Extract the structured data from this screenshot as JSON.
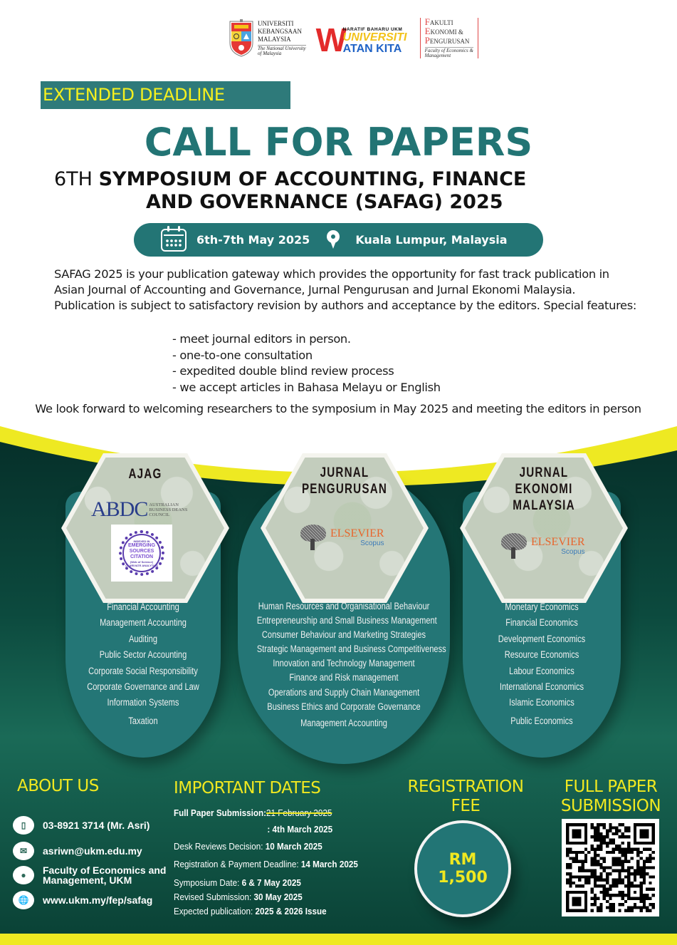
{
  "header": {
    "ukm": {
      "line1": "UNIVERSITI",
      "line2": "KEBANGSAAN",
      "line3": "MALAYSIA",
      "tagline1": "The National University",
      "tagline2": "of Malaysia"
    },
    "watan_kita": {
      "small": "NARATIF BAHARU UKM",
      "universiti": "UNIVERSITI",
      "watan_kita": "ATAN KITA",
      "w_letter": "W"
    },
    "fep": {
      "line1_cap": "F",
      "line1": "AKULTI",
      "line2_cap": "E",
      "line2": "KONOMI &",
      "line3_cap": "P",
      "line3": "ENGURUSAN",
      "tagline1": "Faculty of Economics &",
      "tagline2": "Management"
    }
  },
  "banner": {
    "extended_deadline": "EXTENDED DEADLINE"
  },
  "title": {
    "call_for_papers": "CALL FOR PAPERS",
    "ordinal": "6TH",
    "line1": "SYMPOSIUM OF ACCOUNTING, FINANCE",
    "line2": "AND GOVERNANCE (SAFAG) 2025"
  },
  "event": {
    "dates": "6th-7th May 2025",
    "location": "Kuala Lumpur, Malaysia"
  },
  "intro": {
    "paragraph": "SAFAG 2025 is your publication gateway which provides the opportunity for fast track publication in Asian Journal of Accounting and Governance, Jurnal Pengurusan and Jurnal Ekonomi Malaysia. Publication is subject to satisfactory revision by authors and acceptance by the editors. Special features:",
    "features": [
      "- meet journal editors in person.",
      "- one-to-one consultation",
      "- expedited double blind review process",
      "- we accept articles in Bahasa Melayu or English"
    ],
    "welcome": "We look forward to welcoming researchers to the symposium in May 2025 and meeting the editors in person"
  },
  "journals": [
    {
      "title": "AJAG",
      "indexing": {
        "abdc": "ABDC",
        "abdc_sub": [
          "AUSTRALIAN",
          "BUSINESS DEANS",
          "COUNCIL"
        ],
        "esci_top": "INDEXED IN",
        "esci": [
          "EMERGING",
          "SOURCES",
          "CITATION"
        ],
        "esci_sub": "(Web of Science)",
        "esci_bottom": "CLARIVATE ANALYTICS"
      },
      "topics": [
        "Financial Accounting",
        "Management Accounting",
        "Auditing",
        "Public Sector Accounting",
        "Corporate Social Responsibility",
        "Corporate Governance and Law",
        "Information Systems",
        "Taxation"
      ]
    },
    {
      "title_lines": [
        "JURNAL",
        "PENGURUSAN"
      ],
      "indexing": {
        "elsevier": "ELSEVIER",
        "scopus": "Scopus"
      },
      "topics": [
        "Human Resources and Organisational Behaviour",
        "Entrepreneurship and Small Business Management",
        "Consumer Behaviour and Marketing Strategies",
        "Strategic Management and Business Competitiveness",
        "Innovation and Technology Management",
        "Finance and Risk management",
        "Operations and Supply Chain Management",
        "Business Ethics and Corporate Governance",
        "Management Accounting"
      ]
    },
    {
      "title_lines": [
        "JURNAL",
        "EKONOMI",
        "MALAYSIA"
      ],
      "indexing": {
        "elsevier": "ELSEVIER",
        "scopus": "Scopus"
      },
      "topics": [
        "Monetary Economics",
        "Financial Economics",
        "Development Economics",
        "Resource Economics",
        "Labour Economics",
        "International Economics",
        "Islamic Economics",
        "Public Economics"
      ]
    }
  ],
  "about": {
    "heading": "ABOUT US",
    "phone": "03-8921 3714 (Mr. Asri)",
    "email": "asriwn@ukm.edu.my",
    "address_line1": "Faculty of Economics and",
    "address_line2": "Management, UKM",
    "website": "www.ukm.my/fep/safag"
  },
  "important_dates": {
    "heading": "IMPORTANT DATES",
    "items": [
      {
        "label": "Full Paper Submission:",
        "old_value": "21 February 2025",
        "label_bold": true
      },
      {
        "label": "",
        "value": ": 4th March 2025"
      },
      {
        "label": "Desk Reviews Decision: ",
        "value": "10 March 2025"
      },
      {
        "label": "Registration & Payment Deadline: ",
        "value": "14 March 2025"
      },
      {
        "label": "Symposium Date: ",
        "value": "6 & 7 May 2025"
      },
      {
        "label": "Revised Submission: ",
        "value": "30 May 2025"
      },
      {
        "label": "Expected publication: ",
        "value": "2025 & 2026 Issue"
      }
    ]
  },
  "registration": {
    "heading_line1": "REGISTRATION",
    "heading_line2": "FEE",
    "currency": "RM",
    "amount": "1,500"
  },
  "submission": {
    "heading_line1": "FULL PAPER",
    "heading_line2": "SUBMISSION"
  },
  "colors": {
    "teal": "#237575",
    "dark_green": "#0a3b32",
    "yellow": "#eee922",
    "header_yellow": "#f0e820",
    "ukm_red": "#e04848"
  }
}
